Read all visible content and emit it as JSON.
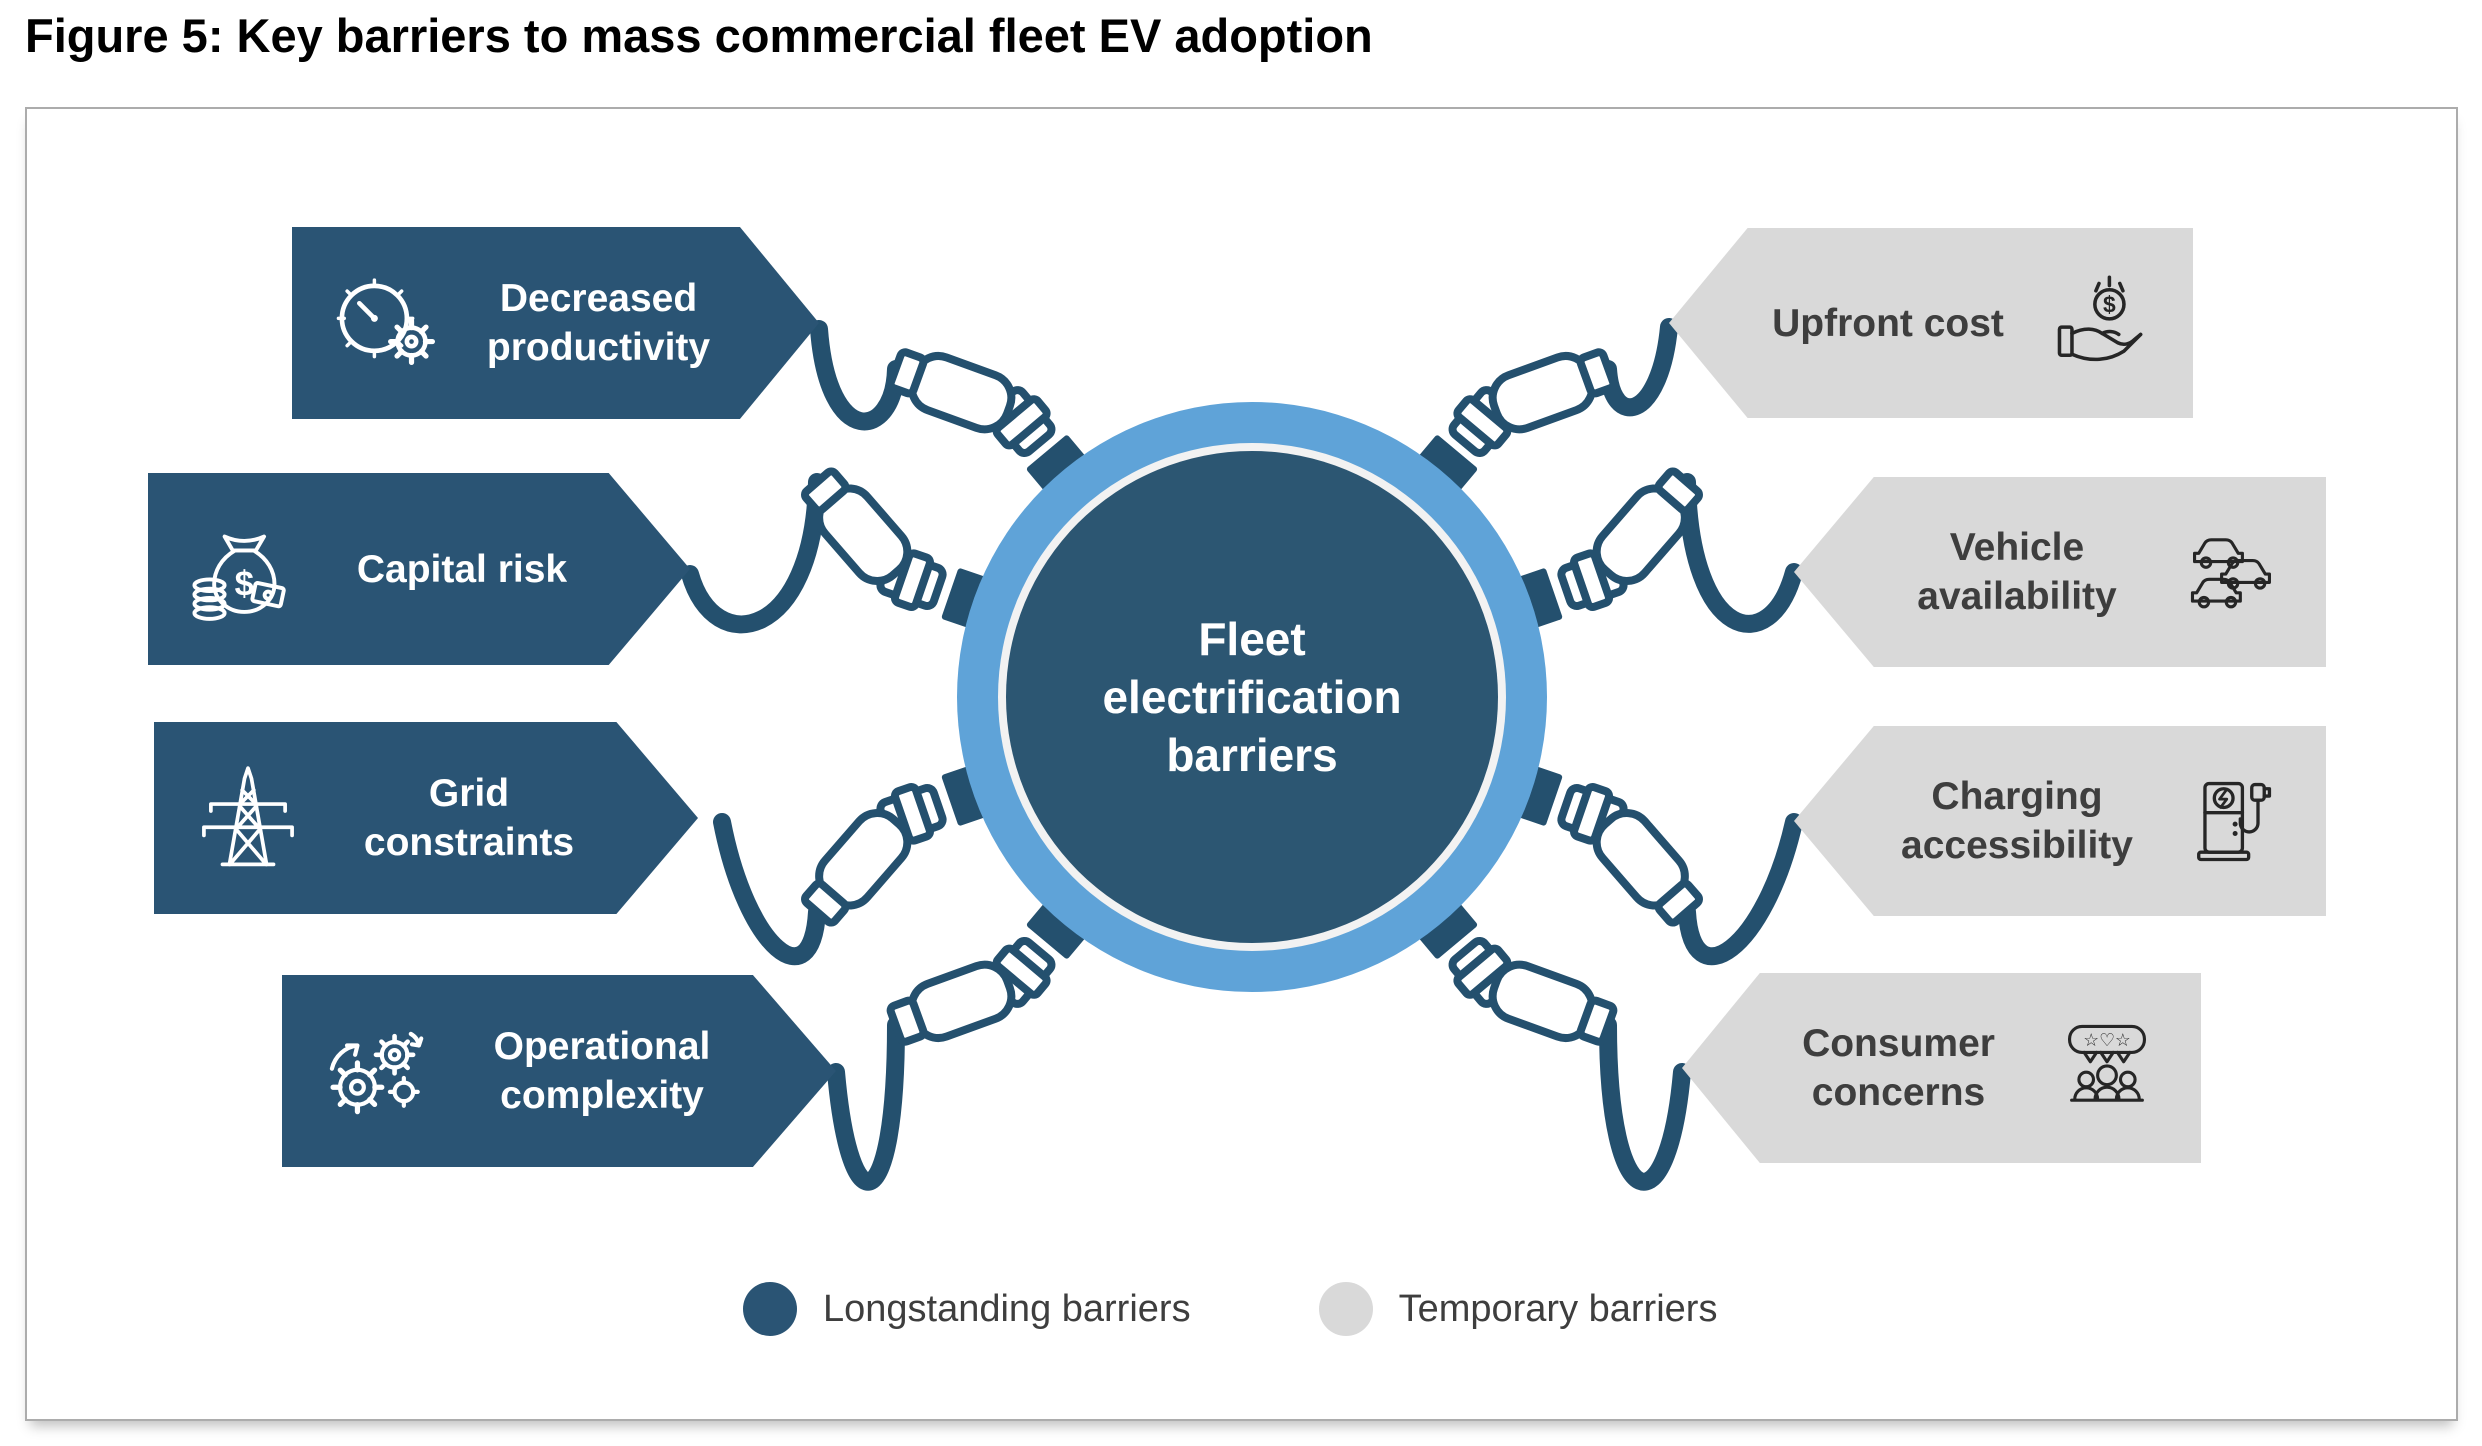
{
  "title": "Figure 5: Key barriers to mass commercial fleet EV adoption",
  "center_label": {
    "line1": "Fleet",
    "line2": "electrification",
    "line3": "barriers"
  },
  "left_barriers": [
    {
      "line1": "Decreased",
      "line2": "productivity",
      "icon": "gauge-gear-icon",
      "type": "longstanding"
    },
    {
      "line1": "Capital risk",
      "line2": "",
      "icon": "money-bag-icon",
      "type": "longstanding"
    },
    {
      "line1": "Grid",
      "line2": "constraints",
      "icon": "transmission-tower-icon",
      "type": "longstanding"
    },
    {
      "line1": "Operational",
      "line2": "complexity",
      "icon": "gears-icon",
      "type": "longstanding"
    }
  ],
  "right_barriers": [
    {
      "line1": "Upfront cost",
      "line2": "",
      "icon": "hand-coin-icon",
      "type": "temporary"
    },
    {
      "line1": "Vehicle",
      "line2": "availability",
      "icon": "cars-icon",
      "type": "temporary"
    },
    {
      "line1": "Charging",
      "line2": "accessibility",
      "icon": "ev-charger-icon",
      "type": "temporary"
    },
    {
      "line1": "Consumer",
      "line2": "concerns",
      "icon": "people-reviews-icon",
      "type": "temporary"
    }
  ],
  "legend": [
    {
      "label": "Longstanding barriers"
    },
    {
      "label": "Temporary barriers"
    }
  ],
  "colors": {
    "longstanding": "#2A5474",
    "temporary": "#D9D9D9",
    "center_ring": "#5FA3D8",
    "center_fill": "#2C5672",
    "cable": "#24506E",
    "label_dark_text": "#3E3E3E"
  }
}
